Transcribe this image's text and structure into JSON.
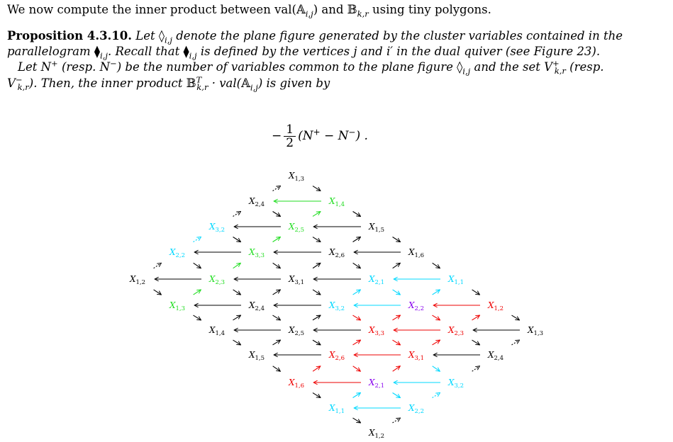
{
  "intro": {
    "before": "We now compute the inner product between val(",
    "a": "𝔸",
    "a_sub": "i,j",
    "mid": ") and ",
    "b": "𝔹",
    "b_sub": "k,r",
    "after": " using tiny polygons."
  },
  "proposition": {
    "label": "Proposition 4.3.10.",
    "l1_a": " Let ",
    "diamond": "◊",
    "diamond_sub": "i,j",
    "l1_b": " denote the plane figure generated by the cluster variables contained in the",
    "l2_a": "parallelogram ",
    "filled": "⧫",
    "filled_sub": "i,j",
    "l2_b": ". Recall that ",
    "l2_c": " is defined by the vertices j and i′ in the dual quiver (see Figure 23).",
    "l3_a": "Let N",
    "plus": "+",
    "l3_b": " (resp.  N",
    "minus": "−",
    "l3_c": ") be the number of variables common to the plane figure ",
    "l3_d": " and the set V",
    "set_sub": "k,r",
    "l3_e": " (resp.",
    "l4_a": "V",
    "l4_b": "). Then, the inner product ",
    "T": "T",
    "l4_c": " · val(",
    "l4_d": ") is given by"
  },
  "formula": {
    "sign": "−",
    "num": "1",
    "den": "2",
    "body_a": "(N",
    "body_b": " − N",
    "body_c": ") ."
  },
  "quiver": {
    "colors": {
      "black": "#000000",
      "cyan": "#00d8ff",
      "green": "#22dd22",
      "red": "#ee0000",
      "purple": "#8800ee"
    },
    "nodes": [
      {
        "id": "a",
        "sub": "1,3",
        "color": "black"
      },
      {
        "id": "b1",
        "sub": "2,4",
        "color": "black"
      },
      {
        "id": "b2",
        "sub": "1,4",
        "color": "green"
      },
      {
        "id": "c1",
        "sub": "3,2",
        "color": "cyan"
      },
      {
        "id": "c2",
        "sub": "2,5",
        "color": "green"
      },
      {
        "id": "c3",
        "sub": "1,5",
        "color": "black"
      },
      {
        "id": "d1",
        "sub": "2,2",
        "color": "cyan"
      },
      {
        "id": "d2",
        "sub": "3,3",
        "color": "green"
      },
      {
        "id": "d3",
        "sub": "2,6",
        "color": "black"
      },
      {
        "id": "d4",
        "sub": "1,6",
        "color": "black"
      },
      {
        "id": "e1",
        "sub": "1,2",
        "color": "black"
      },
      {
        "id": "e2",
        "sub": "2,3",
        "color": "green"
      },
      {
        "id": "e3",
        "sub": "3,1",
        "color": "black"
      },
      {
        "id": "e4",
        "sub": "2,1",
        "color": "cyan"
      },
      {
        "id": "e5",
        "sub": "1,1",
        "color": "cyan"
      },
      {
        "id": "f1",
        "sub": "1,3",
        "color": "green"
      },
      {
        "id": "f2",
        "sub": "2,4",
        "color": "black"
      },
      {
        "id": "f3",
        "sub": "3,2",
        "color": "cyan"
      },
      {
        "id": "f4",
        "sub": "2,2",
        "color": "purple"
      },
      {
        "id": "f5",
        "sub": "1,2",
        "color": "red"
      },
      {
        "id": "g1",
        "sub": "1,4",
        "color": "black"
      },
      {
        "id": "g2",
        "sub": "2,5",
        "color": "black"
      },
      {
        "id": "g3",
        "sub": "3,3",
        "color": "red"
      },
      {
        "id": "g4",
        "sub": "2,3",
        "color": "red"
      },
      {
        "id": "g5",
        "sub": "1,3",
        "color": "black"
      },
      {
        "id": "h1",
        "sub": "1,5",
        "color": "black"
      },
      {
        "id": "h2",
        "sub": "2,6",
        "color": "red"
      },
      {
        "id": "h3",
        "sub": "3,1",
        "color": "red"
      },
      {
        "id": "h4",
        "sub": "2,4",
        "color": "black"
      },
      {
        "id": "i1",
        "sub": "1,6",
        "color": "red"
      },
      {
        "id": "i2",
        "sub": "2,1",
        "color": "purple"
      },
      {
        "id": "i3",
        "sub": "3,2",
        "color": "cyan"
      },
      {
        "id": "j1",
        "sub": "1,1",
        "color": "cyan"
      },
      {
        "id": "j2",
        "sub": "2,2",
        "color": "cyan"
      },
      {
        "id": "k",
        "sub": "1,2",
        "color": "black"
      }
    ],
    "horizontal": [
      [
        "b2",
        "b1",
        "green"
      ],
      [
        "c2",
        "c1",
        "black"
      ],
      [
        "c3",
        "c2",
        "black"
      ],
      [
        "d2",
        "d1",
        "black"
      ],
      [
        "d3",
        "d2",
        "black"
      ],
      [
        "d4",
        "d3",
        "black"
      ],
      [
        "e2",
        "e1",
        "black"
      ],
      [
        "e3",
        "e2",
        "black"
      ],
      [
        "e4",
        "e3",
        "black"
      ],
      [
        "e5",
        "e4",
        "cyan"
      ],
      [
        "f2",
        "f1",
        "black"
      ],
      [
        "f3",
        "f2",
        "black"
      ],
      [
        "f4",
        "f3",
        "cyan"
      ],
      [
        "f5",
        "f4",
        "red"
      ],
      [
        "g2",
        "g1",
        "black"
      ],
      [
        "g3",
        "g2",
        "black"
      ],
      [
        "g4",
        "g3",
        "red"
      ],
      [
        "g5",
        "g4",
        "black"
      ],
      [
        "h2",
        "h1",
        "black"
      ],
      [
        "h3",
        "h2",
        "red"
      ],
      [
        "h4",
        "h3",
        "black"
      ],
      [
        "i2",
        "i1",
        "red"
      ],
      [
        "i3",
        "i2",
        "cyan"
      ],
      [
        "j2",
        "j1",
        "cyan"
      ]
    ],
    "diagonal": [
      [
        "b1",
        "a",
        "ne",
        "black",
        true
      ],
      [
        "a",
        "b2",
        "se",
        "black",
        false
      ],
      [
        "c1",
        "b1",
        "ne",
        "black",
        true
      ],
      [
        "b1",
        "c2",
        "se",
        "black",
        false
      ],
      [
        "c2",
        "b2",
        "ne",
        "green",
        false
      ],
      [
        "b2",
        "c3",
        "se",
        "black",
        false
      ],
      [
        "d1",
        "c1",
        "ne",
        "cyan",
        true
      ],
      [
        "c1",
        "d2",
        "se",
        "black",
        false
      ],
      [
        "d2",
        "c2",
        "ne",
        "green",
        false
      ],
      [
        "c2",
        "d3",
        "se",
        "black",
        false
      ],
      [
        "d3",
        "c3",
        "ne",
        "black",
        false
      ],
      [
        "c3",
        "d4",
        "se",
        "black",
        false
      ],
      [
        "e1",
        "d1",
        "ne",
        "black",
        true
      ],
      [
        "d1",
        "e2",
        "se",
        "black",
        false
      ],
      [
        "e2",
        "d2",
        "ne",
        "green",
        false
      ],
      [
        "d2",
        "e3",
        "se",
        "black",
        false
      ],
      [
        "e3",
        "d3",
        "ne",
        "black",
        false
      ],
      [
        "d3",
        "e4",
        "se",
        "black",
        false
      ],
      [
        "e4",
        "d4",
        "ne",
        "black",
        false
      ],
      [
        "d4",
        "e5",
        "se",
        "black",
        false
      ],
      [
        "e1",
        "f1",
        "se",
        "black",
        false
      ],
      [
        "f1",
        "e2",
        "ne",
        "green",
        false
      ],
      [
        "e2",
        "f2",
        "se",
        "black",
        false
      ],
      [
        "f2",
        "e3",
        "ne",
        "black",
        false
      ],
      [
        "e3",
        "f3",
        "se",
        "black",
        false
      ],
      [
        "f3",
        "e4",
        "ne",
        "cyan",
        false
      ],
      [
        "e4",
        "f4",
        "se",
        "cyan",
        false
      ],
      [
        "f4",
        "e5",
        "ne",
        "cyan",
        false
      ],
      [
        "e5",
        "f5",
        "se",
        "black",
        false
      ],
      [
        "f1",
        "g1",
        "se",
        "black",
        false
      ],
      [
        "g1",
        "f2",
        "ne",
        "black",
        false
      ],
      [
        "f2",
        "g2",
        "se",
        "black",
        false
      ],
      [
        "g2",
        "f3",
        "ne",
        "black",
        false
      ],
      [
        "f3",
        "g3",
        "se",
        "red",
        false
      ],
      [
        "g3",
        "f4",
        "ne",
        "red",
        false
      ],
      [
        "f4",
        "g4",
        "se",
        "red",
        false
      ],
      [
        "g4",
        "f5",
        "ne",
        "red",
        false
      ],
      [
        "f5",
        "g5",
        "se",
        "black",
        false
      ],
      [
        "g1",
        "h1",
        "se",
        "black",
        false
      ],
      [
        "h1",
        "g2",
        "ne",
        "black",
        false
      ],
      [
        "g2",
        "h2",
        "se",
        "black",
        false
      ],
      [
        "h2",
        "g3",
        "ne",
        "red",
        false
      ],
      [
        "g3",
        "h3",
        "se",
        "red",
        false
      ],
      [
        "h3",
        "g4",
        "ne",
        "red",
        false
      ],
      [
        "g4",
        "h4",
        "se",
        "black",
        false
      ],
      [
        "h4",
        "g5",
        "ne",
        "black",
        true
      ],
      [
        "h1",
        "i1",
        "se",
        "black",
        false
      ],
      [
        "i1",
        "h2",
        "ne",
        "red",
        false
      ],
      [
        "h2",
        "i2",
        "se",
        "red",
        false
      ],
      [
        "i2",
        "h3",
        "ne",
        "red",
        false
      ],
      [
        "h3",
        "i3",
        "se",
        "cyan",
        false
      ],
      [
        "i3",
        "h4",
        "ne",
        "black",
        true
      ],
      [
        "i1",
        "j1",
        "se",
        "black",
        false
      ],
      [
        "j1",
        "i2",
        "ne",
        "cyan",
        false
      ],
      [
        "i2",
        "j2",
        "se",
        "cyan",
        false
      ],
      [
        "j2",
        "i3",
        "ne",
        "cyan",
        true
      ],
      [
        "j1",
        "k",
        "se",
        "black",
        false
      ],
      [
        "k",
        "j2",
        "ne",
        "black",
        true
      ]
    ]
  }
}
